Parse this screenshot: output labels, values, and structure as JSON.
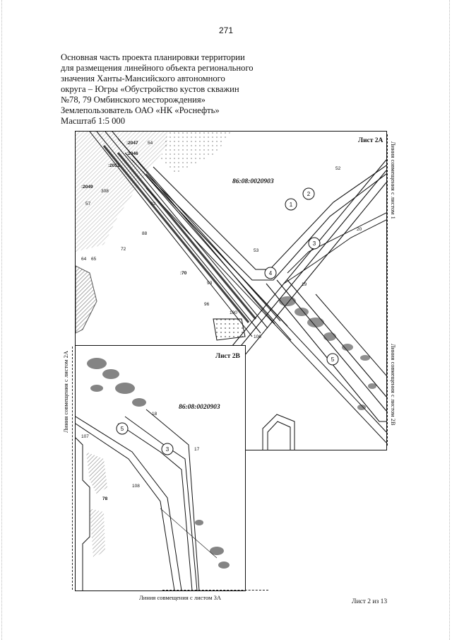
{
  "page_number": "271",
  "header": {
    "lines": [
      "Основная часть проекта планировки территории",
      "для размещения линейного объекта регионального",
      "значения Ханты-Мансийского автономного",
      "округа – Югры «Обустройство кустов скважин",
      "№78, 79 Омбинского  месторождения»",
      "Землепользователь ОАО «НК «Роснефть»",
      "Масштаб 1:5 000"
    ]
  },
  "main_map": {
    "sheet_label": "Лист 2А",
    "cadastral_number": "86:08:0020903",
    "labels": {
      "p2047": ":2047",
      "p54": "54",
      "p2046": ":2046",
      "p2051": ":2051",
      "p2049": ":2049",
      "p308": "308",
      "p57": "57",
      "p64": "64",
      "p65": "65",
      "p72": "72",
      "p92": "92",
      "p88": "88",
      "p70": ":70",
      "p93": "93",
      "p96": "96",
      "p100": "100",
      "p106": "106",
      "p52": "52",
      "p20": "20",
      "p53": "53",
      "p19": "19"
    },
    "circles": {
      "c1": "1",
      "c2": "2",
      "c3": "3",
      "c4": "4",
      "c5": "5"
    }
  },
  "inset_map": {
    "sheet_label": "Лист 2В",
    "cadastral_number": "86:08:0020903",
    "labels": {
      "p18": "18",
      "p107": "107",
      "p17": "17",
      "p108": "108",
      "p78": "78"
    },
    "circles": {
      "c5": "5",
      "c3": "3"
    }
  },
  "match_lines": {
    "right_top": "Линия совмещения с листом 1",
    "right_bottom": "Линия совмещения с листом 2В",
    "left": "Линия совмещения с листом 2А",
    "bottom": "Линия совмещения с листом 3А"
  },
  "sheet_of": "Лист 2 из 13"
}
